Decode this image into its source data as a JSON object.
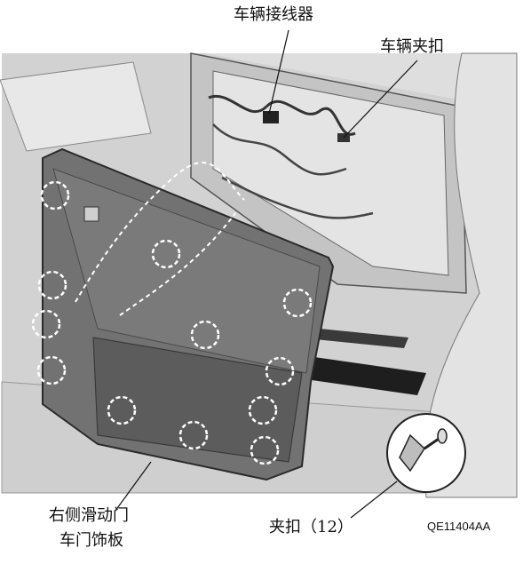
{
  "labels": {
    "vehicle_connector": "车辆接线器",
    "vehicle_clip": "车辆夹扣",
    "door_panel_line1": "右侧滑动门",
    "door_panel_line2": "车门饰板",
    "clips_count": "夹扣（12）",
    "figure_code": "QE11404AA"
  },
  "colors": {
    "panel_fill": "#6e6e6e",
    "panel_dark": "#4a4a4a",
    "body_light": "#d8d8d8",
    "body_mid": "#b4b4b4",
    "outline": "#2a2a2a"
  }
}
